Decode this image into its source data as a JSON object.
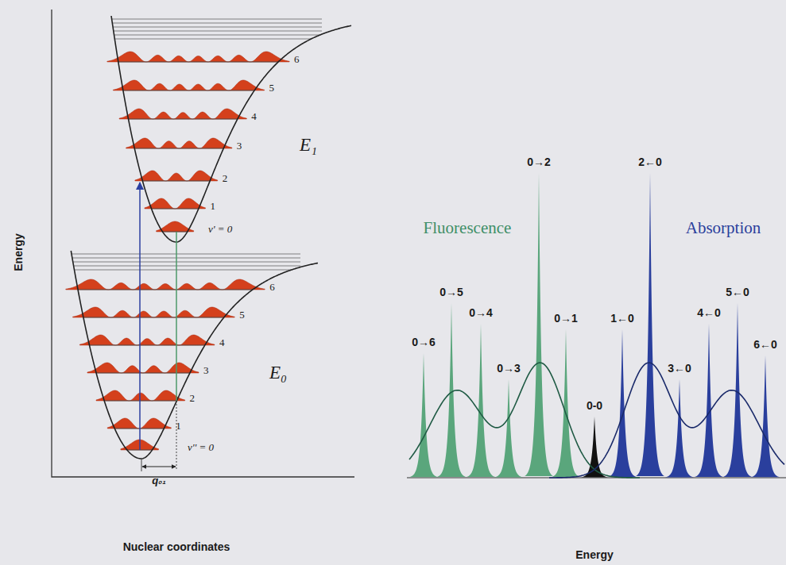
{
  "diagram": {
    "labels": [
      "Energy",
      "6",
      "5",
      "4",
      "3",
      "2",
      "1",
      "v' = 0",
      "E₁",
      "6",
      "5",
      "4",
      "3",
      "2",
      "1",
      "v'' = 0",
      "E₀",
      "q₀₁",
      "Nuclear coordinates",
      "Fluorescence",
      "Absorption",
      "0→6",
      "0→5",
      "0→4",
      "0→3",
      "0→2",
      "0→1",
      "0-0",
      "1←0",
      "2←0",
      "3←0",
      "4←0",
      "5←0",
      "6←0",
      "Energy"
    ]
  }
}
